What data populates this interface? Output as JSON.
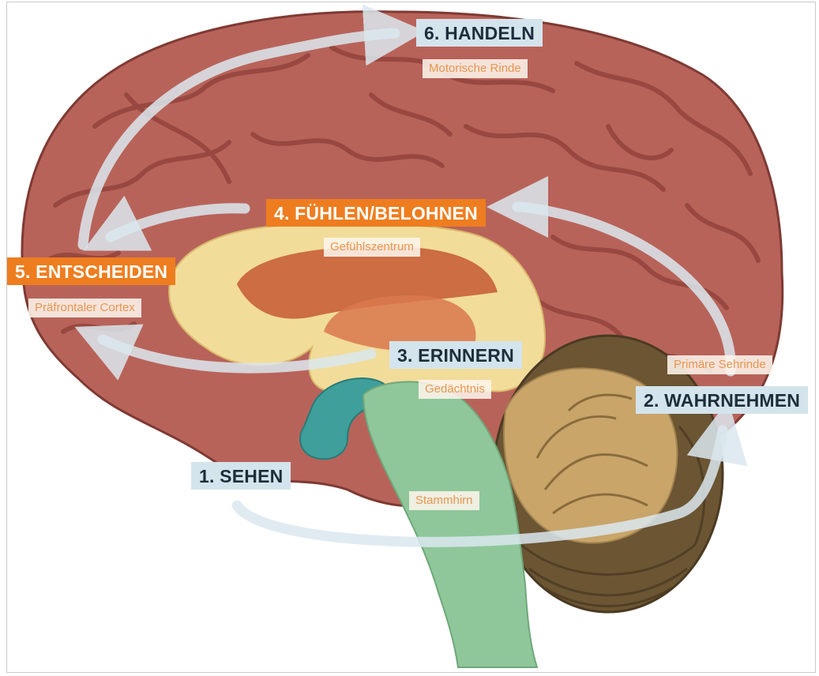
{
  "diagram": {
    "steps": [
      {
        "id": "sehen",
        "label": "1. SEHEN",
        "style": "blue"
      },
      {
        "id": "wahrnehmen",
        "label": "2. WAHRNEHMEN",
        "style": "blue"
      },
      {
        "id": "erinnern",
        "label": "3. ERINNERN",
        "style": "blue"
      },
      {
        "id": "fuehlen",
        "label": "4. FÜHLEN/BELOHNEN",
        "style": "orange"
      },
      {
        "id": "entscheiden",
        "label": "5. ENTSCHEIDEN",
        "style": "orange"
      },
      {
        "id": "handeln",
        "label": "6. HANDELN",
        "style": "blue"
      }
    ],
    "regions": [
      {
        "id": "motorische-rinde",
        "label": "Motorische Rinde"
      },
      {
        "id": "gefuehlszentrum",
        "label": "Gefühlszentrum"
      },
      {
        "id": "praefrontaler-cortex",
        "label": "Präfrontaler Cortex"
      },
      {
        "id": "primaere-sehrinde",
        "label": "Primäre Sehrinde"
      },
      {
        "id": "gedaechtnis",
        "label": "Gedächtnis"
      },
      {
        "id": "stammhirn",
        "label": "Stammhirn"
      }
    ]
  },
  "colors": {
    "cortex": "#b8635a",
    "cortex_dark": "#8e3f38",
    "limbic": "#f2dc9a",
    "thalamus": "#c8603a",
    "brainstem": "#8fc79a",
    "hippocampus": "#3e9f9b",
    "cerebellum": "#c9a56a",
    "cerebellum_dark": "#6b5533",
    "orange_label": "#ee7d1f",
    "blue_label": "#d4e4ec",
    "arrow": "#dbe7ee"
  }
}
